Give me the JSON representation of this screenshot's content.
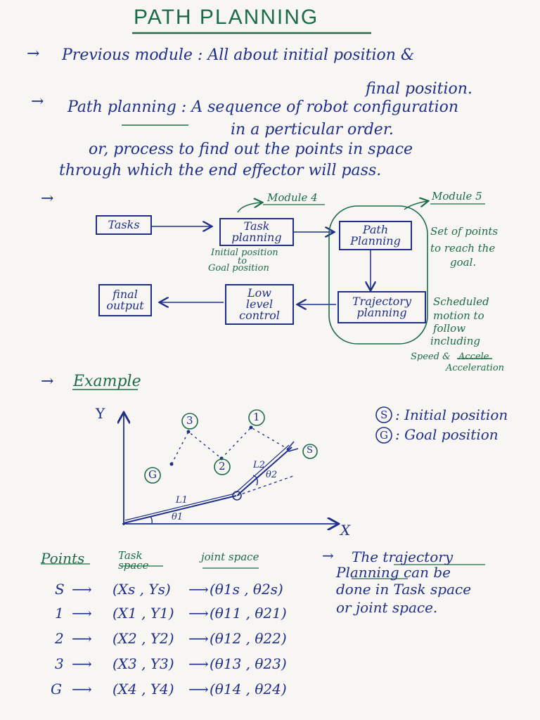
{
  "title": "PATH PLANNING",
  "lines": {
    "prev_prefix": "→",
    "prev_1": "Previous module : All about initial position &",
    "prev_2": "final position.",
    "pp_prefix": "→",
    "pp_1": "Path planning : A sequence of robot configuration",
    "pp_2": "in a perticular order.",
    "or_1": "or, process to find out the points in space",
    "or_2": "through which the end effector will pass.",
    "arrow3": "→"
  },
  "flow": {
    "module4": "Module 4",
    "module5": "Module 5",
    "tasks": "Tasks",
    "task_planning": "Task\nplanning",
    "task_note_1": "Initial position",
    "task_note_2": "to",
    "task_note_3": "Goal position",
    "path_planning": "Path\nPlanning",
    "path_note_1": "Set of points",
    "path_note_2": "to reach the",
    "path_note_3": "goal.",
    "trajectory_planning": "Trajectory\nplanning",
    "traj_note_1": "Scheduled",
    "traj_note_2": "motion to",
    "traj_note_3": "follow",
    "traj_note_4": "including",
    "traj_note_5": "Speed &",
    "traj_note_5b": "Accele",
    "traj_note_6": "Acceleration",
    "low_level": "Low\nlevel\ncontrol",
    "final_output": "final\noutput"
  },
  "example": {
    "heading_prefix": "→",
    "heading": "Example",
    "axis_y": "Y",
    "axis_x": "X",
    "p3": "3",
    "p1": "1",
    "p2": "2",
    "pG": "G",
    "pS": "S",
    "L1": "L1",
    "L2": "L2",
    "theta1": "θ1",
    "theta2": "θ2",
    "legend_S_sym": "S",
    "legend_S": ": Initial position",
    "legend_G_sym": "G",
    "legend_G": ": Goal position"
  },
  "points_table": {
    "headers": [
      "Points",
      "Task space",
      "joint space"
    ],
    "rows": [
      {
        "p": "S",
        "task": "(Xs , Ys)",
        "joint": "(θ1s , θ2s)"
      },
      {
        "p": "1",
        "task": "(X1 , Y1)",
        "joint": "(θ11 , θ21)"
      },
      {
        "p": "2",
        "task": "(X2 , Y2)",
        "joint": "(θ12 , θ22)"
      },
      {
        "p": "3",
        "task": "(X3 , Y3)",
        "joint": "(θ13 , θ23)"
      },
      {
        "p": "G",
        "task": "(X4 , Y4)",
        "joint": "(θ14 , θ24)"
      }
    ],
    "arrow": "⟶"
  },
  "trajectory_note": {
    "prefix": "→",
    "l1": "The trajectory",
    "l2": "Planning can be",
    "l3": "done in Task space",
    "l4": "or joint space."
  }
}
